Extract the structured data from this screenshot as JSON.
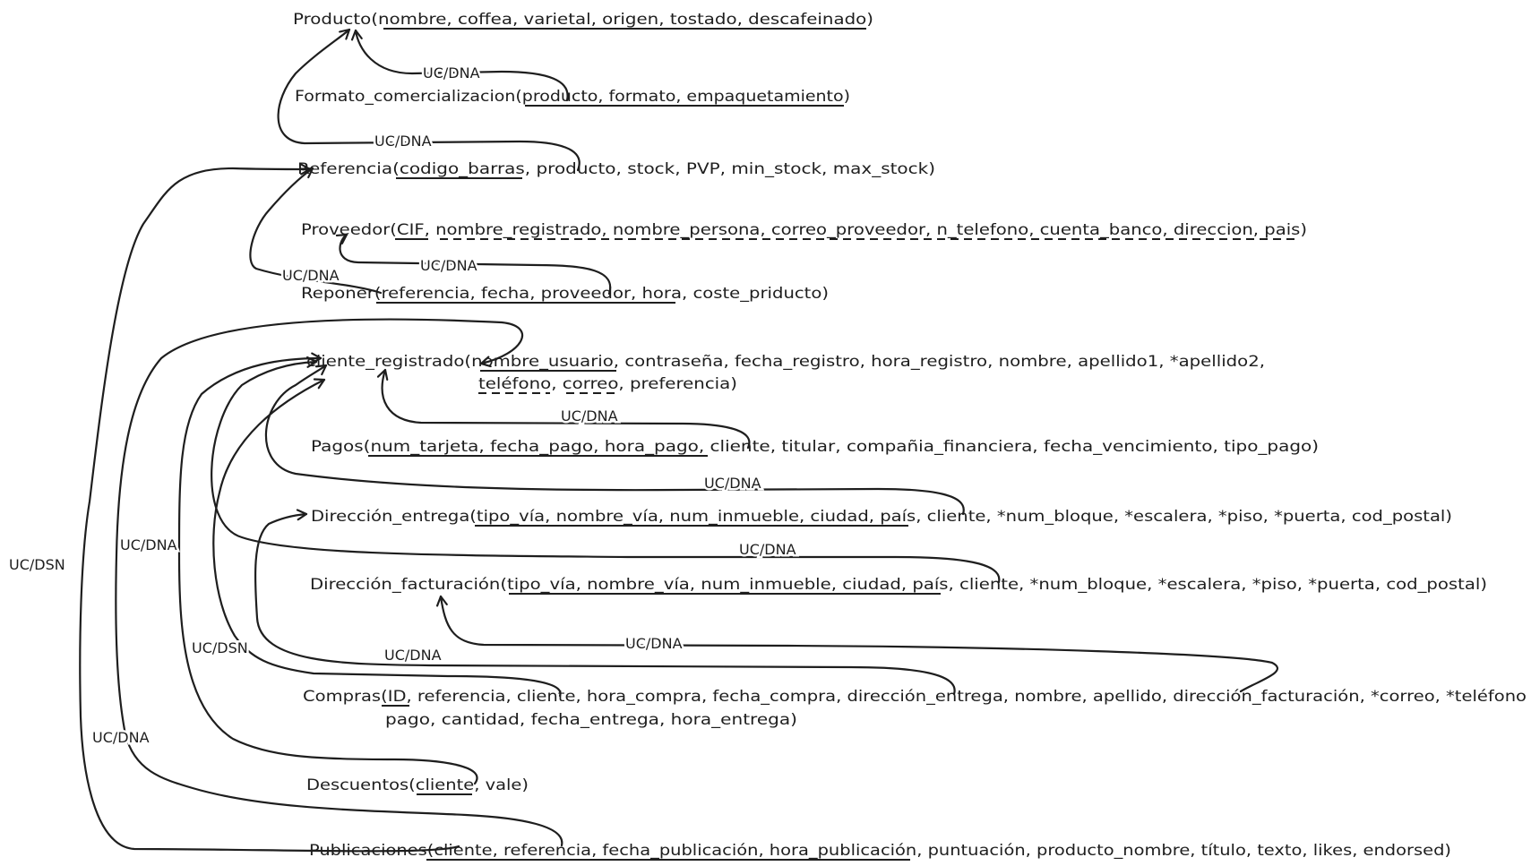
{
  "relations": {
    "producto": "Producto(nombre, coffea, varietal, origen, tostado, descafeinado)",
    "formato": "Formato_comercializacion(producto, formato, empaquetamiento)",
    "referencia": "Referencia(codigo_barras, producto, stock, PVP, min_stock, max_stock)",
    "proveedor": "Proveedor(CIF, nombre_registrado, nombre_persona, correo_proveedor, n_telefono, cuenta_banco, direccion, pais)",
    "reponer": "Reponer(referencia, fecha, proveedor, hora, coste_priducto)",
    "cliente_line1": "cliente_registrado(nombre_usuario, contraseña, fecha_registro, hora_registro, nombre, apellido1, *apellido2,",
    "cliente_line2": "teléfono, correo, preferencia)",
    "pagos": "Pagos(num_tarjeta, fecha_pago, hora_pago, cliente, titular, compañia_financiera, fecha_vencimiento, tipo_pago)",
    "dir_entrega": "Dirección_entrega(tipo_vía, nombre_vía, num_inmueble, ciudad, país, cliente, *num_bloque, *escalera, *piso, *puerta, cod_postal)",
    "dir_facturacion": "Dirección_facturación(tipo_vía, nombre_vía, num_inmueble, ciudad, país, cliente, *num_bloque, *escalera, *piso, *puerta, cod_postal)",
    "compras_line1": "Compras(ID, referencia, cliente, hora_compra, fecha_compra, dirección_entrega, nombre, apellido, dirección_facturación, *correo, *teléfono",
    "compras_line2": "pago, cantidad, fecha_entrega, hora_entrega)",
    "descuentos": "Descuentos(cliente, vale)",
    "publicaciones": "Publicaciones(cliente, referencia, fecha_publicación, hora_publicación, puntuación, producto_nombre, título, texto, likes, endorsed)"
  },
  "labels": {
    "formato_producto": "UC/DNA",
    "referencia_producto": "UC/DNA",
    "reponer_proveedor": "UC/DNA",
    "reponer_referencia": "UC/DNA",
    "pagos_cliente": "UC/DNA",
    "entrega_cliente": "UC/DNA",
    "facturacion_cliente": "UC/DNA",
    "compras_entrega": "UC/DNA",
    "compras_facturacion": "UC/DNA",
    "compras_cliente": "UC/DSN",
    "descuentos_cliente": "UC/DNA",
    "publicaciones_cliente": "UC/DNA",
    "publicaciones_referencia": "UC/DSN"
  }
}
